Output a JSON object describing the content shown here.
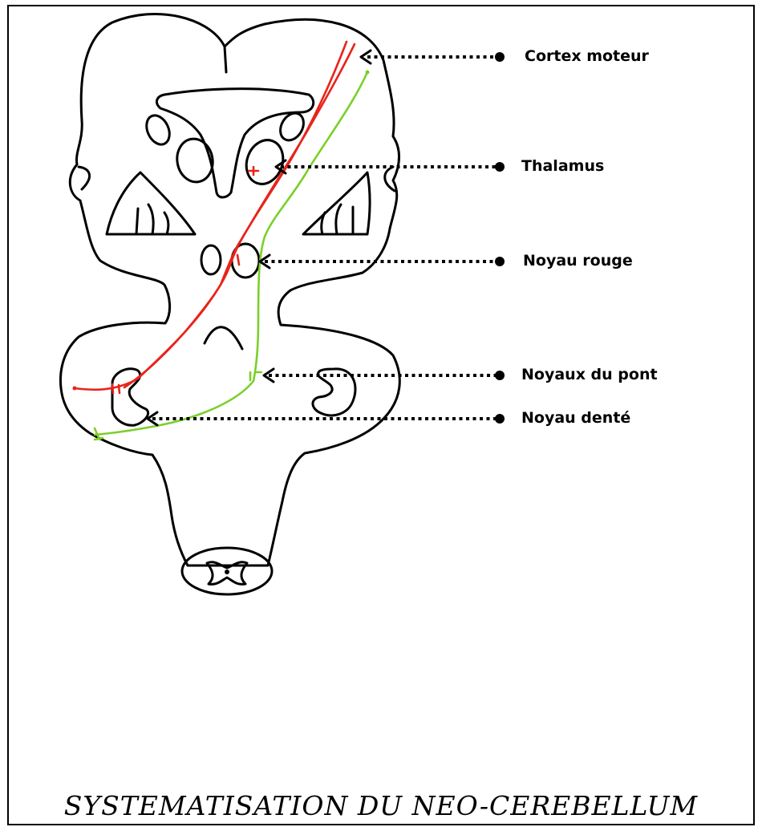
{
  "labels": {
    "cortex": "Cortex moteur",
    "thalamus": "Thalamus",
    "red_nucleus": "Noyau rouge",
    "pontine_nuclei": "Noyaux du pont",
    "dentate_nucleus": "Noyau denté"
  },
  "caption": "SYSTEMATISATION DU NEO-CEREBELLUM",
  "colors": {
    "outline": "#000000",
    "efferent_pathway": "#e8241a",
    "afferent_pathway": "#7ccf2a",
    "background": "#ffffff"
  }
}
